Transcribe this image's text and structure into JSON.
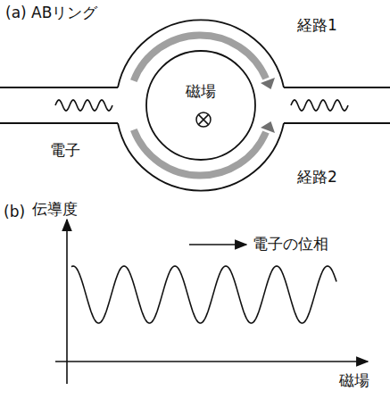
{
  "diagram": {
    "nodes": [
      {
        "text": [
          "磁場"
        ]
      }
    ],
    "labels": [
      "(a) ABリング",
      "経路1",
      "電子",
      "経路2",
      "(b)",
      "伝導度",
      "電子の位相",
      "磁場"
    ]
  }
}
